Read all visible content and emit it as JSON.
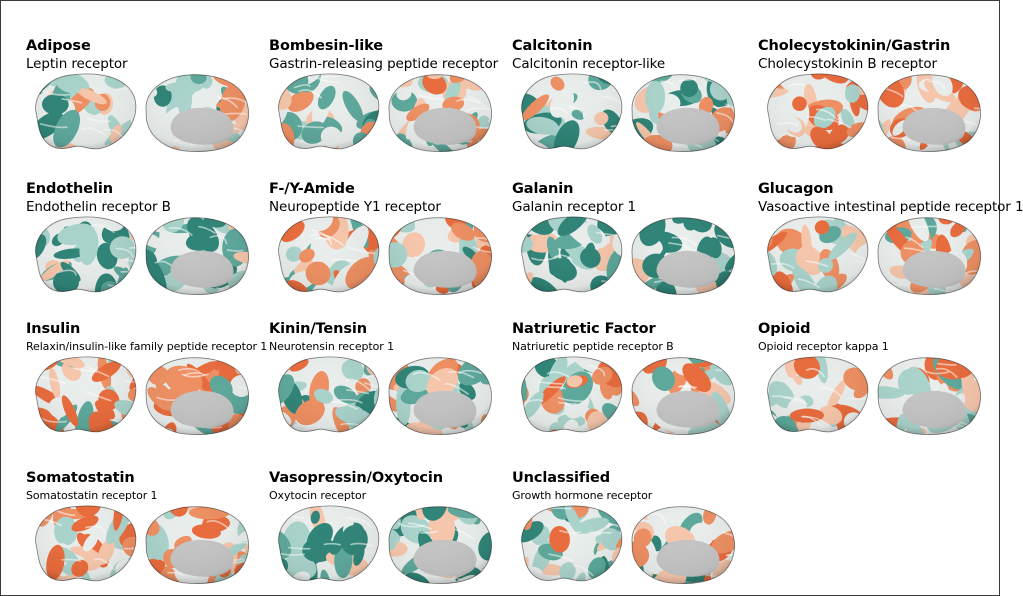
{
  "panels": [
    {
      "family": "Adipose",
      "receptor": "Leptin receptor",
      "small": false,
      "palette": [
        "#2f8477",
        "#5da89b",
        "#a9d3cb",
        "#e9eeec",
        "#f6c6ab",
        "#ee8f62",
        "#e96b3c"
      ],
      "seed": 11,
      "bias": -0.2
    },
    {
      "family": "Bombesin-like",
      "receptor": "Gastrin-releasing peptide receptor",
      "small": false,
      "palette": [
        "#2f8477",
        "#5da89b",
        "#a9d3cb",
        "#e9eeec",
        "#f6c6ab",
        "#ee8f62",
        "#e96b3c"
      ],
      "seed": 23,
      "bias": 0.1
    },
    {
      "family": "Calcitonin",
      "receptor": "Calcitonin receptor-like",
      "small": false,
      "palette": [
        "#2f8477",
        "#5da89b",
        "#a9d3cb",
        "#e9eeec",
        "#f6c6ab",
        "#ee8f62",
        "#e96b3c"
      ],
      "seed": 37,
      "bias": -0.35
    },
    {
      "family": "Cholecystokinin/Gastrin",
      "receptor": "Cholecystokinin B receptor",
      "small": false,
      "palette": [
        "#2f8477",
        "#5da89b",
        "#a9d3cb",
        "#e9eeec",
        "#f6c6ab",
        "#ee8f62",
        "#e96b3c"
      ],
      "seed": 41,
      "bias": 0.6
    },
    {
      "family": "Endothelin",
      "receptor": "Endothelin receptor B",
      "small": false,
      "palette": [
        "#2f8477",
        "#5da89b",
        "#a9d3cb",
        "#e9eeec",
        "#f6c6ab",
        "#ee8f62",
        "#e96b3c"
      ],
      "seed": 53,
      "bias": -0.55
    },
    {
      "family": "F-/Y-Amide",
      "receptor": "Neuropeptide Y1 receptor",
      "small": false,
      "palette": [
        "#2f8477",
        "#5da89b",
        "#a9d3cb",
        "#e9eeec",
        "#f6c6ab",
        "#ee8f62",
        "#e96b3c"
      ],
      "seed": 61,
      "bias": 0.15
    },
    {
      "family": "Galanin",
      "receptor": "Galanin receptor 1",
      "small": false,
      "palette": [
        "#2f8477",
        "#5da89b",
        "#a9d3cb",
        "#e9eeec",
        "#f6c6ab",
        "#ee8f62",
        "#e96b3c"
      ],
      "seed": 73,
      "bias": -0.5
    },
    {
      "family": "Glucagon",
      "receptor": "Vasoactive intestinal peptide receptor 1",
      "small": false,
      "palette": [
        "#2f8477",
        "#5da89b",
        "#a9d3cb",
        "#e9eeec",
        "#f6c6ab",
        "#ee8f62",
        "#e96b3c"
      ],
      "seed": 89,
      "bias": 0.35
    },
    {
      "family": "Insulin",
      "receptor": "Relaxin/insulin-like family peptide receptor 1",
      "small": true,
      "palette": [
        "#2f8477",
        "#5da89b",
        "#a9d3cb",
        "#e9eeec",
        "#f6c6ab",
        "#ee8f62",
        "#e96b3c"
      ],
      "seed": 97,
      "bias": 0.3
    },
    {
      "family": "Kinin/Tensin",
      "receptor": "Neurotensin receptor 1",
      "small": true,
      "palette": [
        "#2f8477",
        "#5da89b",
        "#a9d3cb",
        "#e9eeec",
        "#f6c6ab",
        "#ee8f62",
        "#e96b3c"
      ],
      "seed": 103,
      "bias": -0.05
    },
    {
      "family": "Natriuretic Factor",
      "receptor": "Natriuretic peptide receptor B",
      "small": true,
      "palette": [
        "#2f8477",
        "#5da89b",
        "#a9d3cb",
        "#e9eeec",
        "#f6c6ab",
        "#ee8f62",
        "#e96b3c"
      ],
      "seed": 109,
      "bias": 0.05
    },
    {
      "family": "Opioid",
      "receptor": "Opioid receptor kappa 1",
      "small": true,
      "palette": [
        "#2f8477",
        "#5da89b",
        "#a9d3cb",
        "#e9eeec",
        "#f6c6ab",
        "#ee8f62",
        "#e96b3c"
      ],
      "seed": 127,
      "bias": 0.2
    },
    {
      "family": "Somatostatin",
      "receptor": "Somatostatin receptor 1",
      "small": true,
      "palette": [
        "#2f8477",
        "#5da89b",
        "#a9d3cb",
        "#e9eeec",
        "#f6c6ab",
        "#ee8f62",
        "#e96b3c"
      ],
      "seed": 131,
      "bias": 0.45
    },
    {
      "family": "Vasopressin/Oxytocin",
      "receptor": "Oxytocin receptor",
      "small": true,
      "palette": [
        "#2f8477",
        "#5da89b",
        "#a9d3cb",
        "#e9eeec",
        "#f6c6ab",
        "#ee8f62",
        "#e96b3c"
      ],
      "seed": 139,
      "bias": -0.5
    },
    {
      "family": "Unclassified",
      "receptor": "Growth hormone receptor",
      "small": true,
      "palette": [
        "#2f8477",
        "#5da89b",
        "#a9d3cb",
        "#e9eeec",
        "#f6c6ab",
        "#ee8f62",
        "#e96b3c"
      ],
      "seed": 149,
      "bias": -0.1
    }
  ]
}
